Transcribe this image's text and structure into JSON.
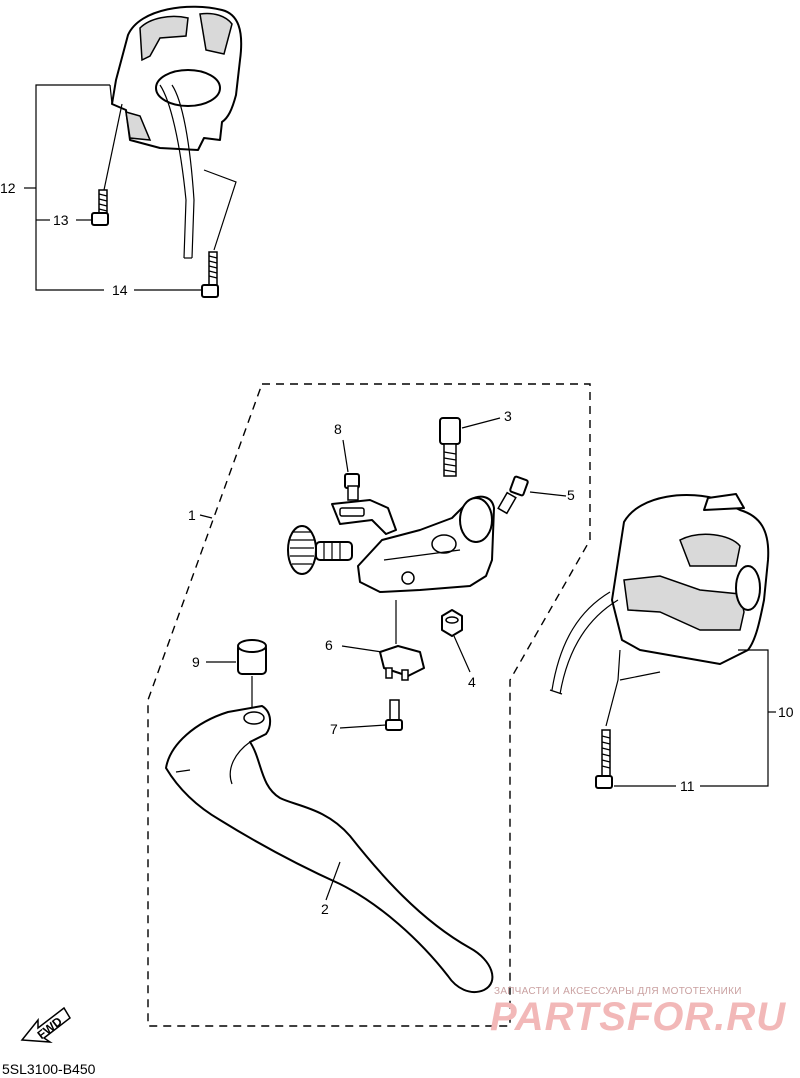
{
  "callouts": {
    "c1": "1",
    "c2": "2",
    "c3": "3",
    "c4": "4",
    "c5": "5",
    "c6": "6",
    "c7": "7",
    "c8": "8",
    "c9": "9",
    "c10": "10",
    "c11": "11",
    "c12": "12",
    "c13": "13",
    "c14": "14"
  },
  "diagram_code": "5SL3100-B450",
  "fwd_label": "FWD",
  "watermark": {
    "tagline": "ЗАПЧАСТИ И АКСЕССУАРЫ ДЛЯ МОТОТЕХНИКИ",
    "brand": "PARTSFOR.RU"
  },
  "colors": {
    "line": "#000000",
    "watermark": "#f2b8b8"
  }
}
